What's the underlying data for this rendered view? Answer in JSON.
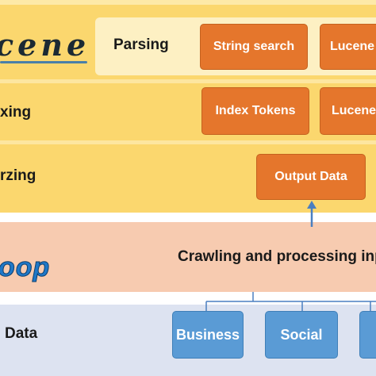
{
  "lucene_layer": {
    "logo": "cene",
    "parsing_label": "Parsing",
    "indexing_label": "xing",
    "analyzing_label": "rzing",
    "parsing_boxes": [
      "String search",
      "Lucene"
    ],
    "indexing_boxes": [
      "Index Tokens",
      "Lucene"
    ],
    "analyzing_box": "Output Data"
  },
  "hadoop_layer": {
    "logo": "oop",
    "label": "Crawling and processing inp"
  },
  "data_layer": {
    "label": "Data",
    "boxes": [
      "Business",
      "Social"
    ]
  },
  "colors": {
    "lucene_band": "#fbd76e",
    "lucene_inner": "#fdf0c3",
    "hadoop_band": "#f7cbb0",
    "data_band": "#dde3f1",
    "orange_box": "#e5762c",
    "blue_box": "#5a9bd5",
    "arrow": "#4a7fc0"
  }
}
